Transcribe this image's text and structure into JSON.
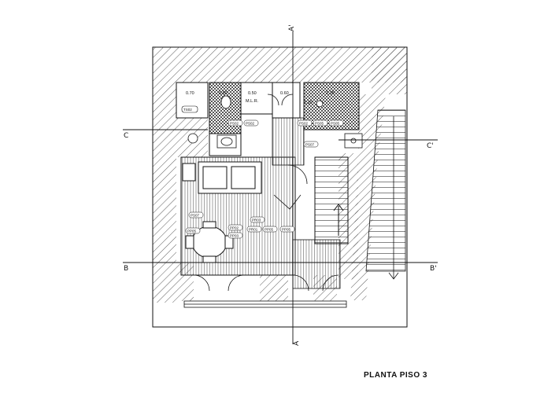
{
  "drawing": {
    "title": "PLANTA PISO 3",
    "section_marks": {
      "a_top": "A'",
      "a_bottom": "A",
      "b_left": "B",
      "b_right": "B'",
      "c_left": "C",
      "c_right": "C'"
    },
    "dimensions": {
      "d1": "0.70",
      "d2": "0.80",
      "d3": "0.50",
      "d4": "0.60",
      "d5": "1.35",
      "d6": "1.10",
      "mlr": "M.L.R."
    },
    "tags": {
      "ts02": "TS02",
      "tags_row1": [
        "PS02",
        "PS02",
        "PS02"
      ],
      "tags_row2": [
        "PS05",
        "PS05",
        "PS07"
      ],
      "tags_mid": [
        "PS07"
      ],
      "tags_lower_a": [
        "PR03",
        "PP02"
      ],
      "tags_lower_b": [
        "PP05",
        "PP03",
        "PR01",
        "PP05",
        "PP05"
      ]
    }
  }
}
